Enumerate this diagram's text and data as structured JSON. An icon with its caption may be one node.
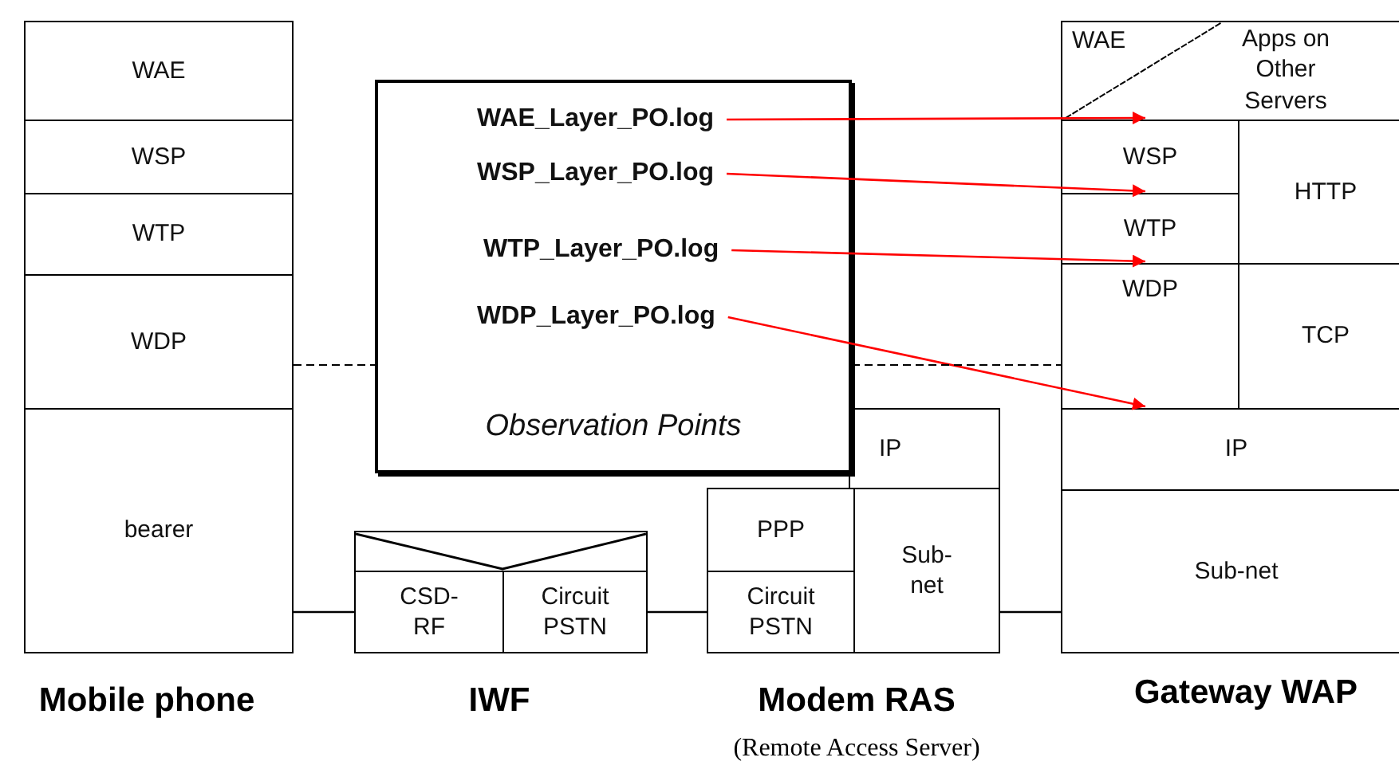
{
  "diagram": {
    "nodes": [
      {
        "text": [
          "WAE"
        ]
      },
      {
        "text": [
          "WSP"
        ]
      },
      {
        "text": [
          "WTP"
        ]
      },
      {
        "text": [
          "WDP"
        ]
      },
      {
        "text": [
          "bearer"
        ]
      },
      {
        "text": [
          "Observation Points"
        ]
      },
      {
        "text": [
          "WAE_Layer_PO.log"
        ],
        "in": 5
      },
      {
        "text": [
          "WSP_Layer_PO.log"
        ],
        "in": 5
      },
      {
        "text": [
          "WTP_Layer_PO.log"
        ],
        "in": 5
      },
      {
        "text": [
          "WDP_Layer_PO.log"
        ],
        "in": 5
      },
      {
        "text": [],
        "shape": "box"
      },
      {
        "text": [
          "CSD- RF"
        ]
      },
      {
        "text": [
          "Circuit PSTN"
        ]
      },
      {
        "text": [
          "IP"
        ]
      },
      {
        "text": [
          "PPP"
        ]
      },
      {
        "text": [
          "Circuit PSTN"
        ]
      },
      {
        "text": [
          "Sub- net"
        ]
      },
      {
        "text": [
          "WAE"
        ]
      },
      {
        "text": [
          "Apps on Other Servers"
        ]
      },
      {
        "text": [
          "WSP"
        ]
      },
      {
        "text": [
          "WTP"
        ]
      },
      {
        "text": [
          "WDP"
        ]
      },
      {
        "text": [
          "HTTP"
        ]
      },
      {
        "text": [
          "TCP"
        ]
      },
      {
        "text": [
          "IP"
        ]
      },
      {
        "text": [
          "Sub-net"
        ]
      }
    ],
    "edges": [
      {
        "from": 6,
        "to": 17,
        "arrow": "to",
        "color": "#ff0000"
      },
      {
        "from": 7,
        "to": 19,
        "arrow": "to",
        "color": "#ff0000"
      },
      {
        "from": 8,
        "to": 20,
        "arrow": "to",
        "color": "#ff0000"
      },
      {
        "from": 9,
        "to": 21,
        "arrow": "to",
        "color": "#ff0000"
      },
      {
        "from": 3,
        "to": 5,
        "arrow": "none",
        "style": "dashed",
        "color": "#000000"
      },
      {
        "from": 5,
        "to": 21,
        "arrow": "none",
        "style": "dashed",
        "color": "#000000"
      },
      {
        "from": 4,
        "to": 11,
        "arrow": "none",
        "color": "#000000"
      },
      {
        "from": 12,
        "to": 15,
        "arrow": "none",
        "color": "#000000"
      },
      {
        "from": 16,
        "to": 25,
        "arrow": "none",
        "color": "#000000"
      }
    ],
    "labels": [
      "Mobile phone",
      "IWF",
      "Modem RAS",
      "(Remote Access Server)",
      "Gateway WAP"
    ]
  }
}
